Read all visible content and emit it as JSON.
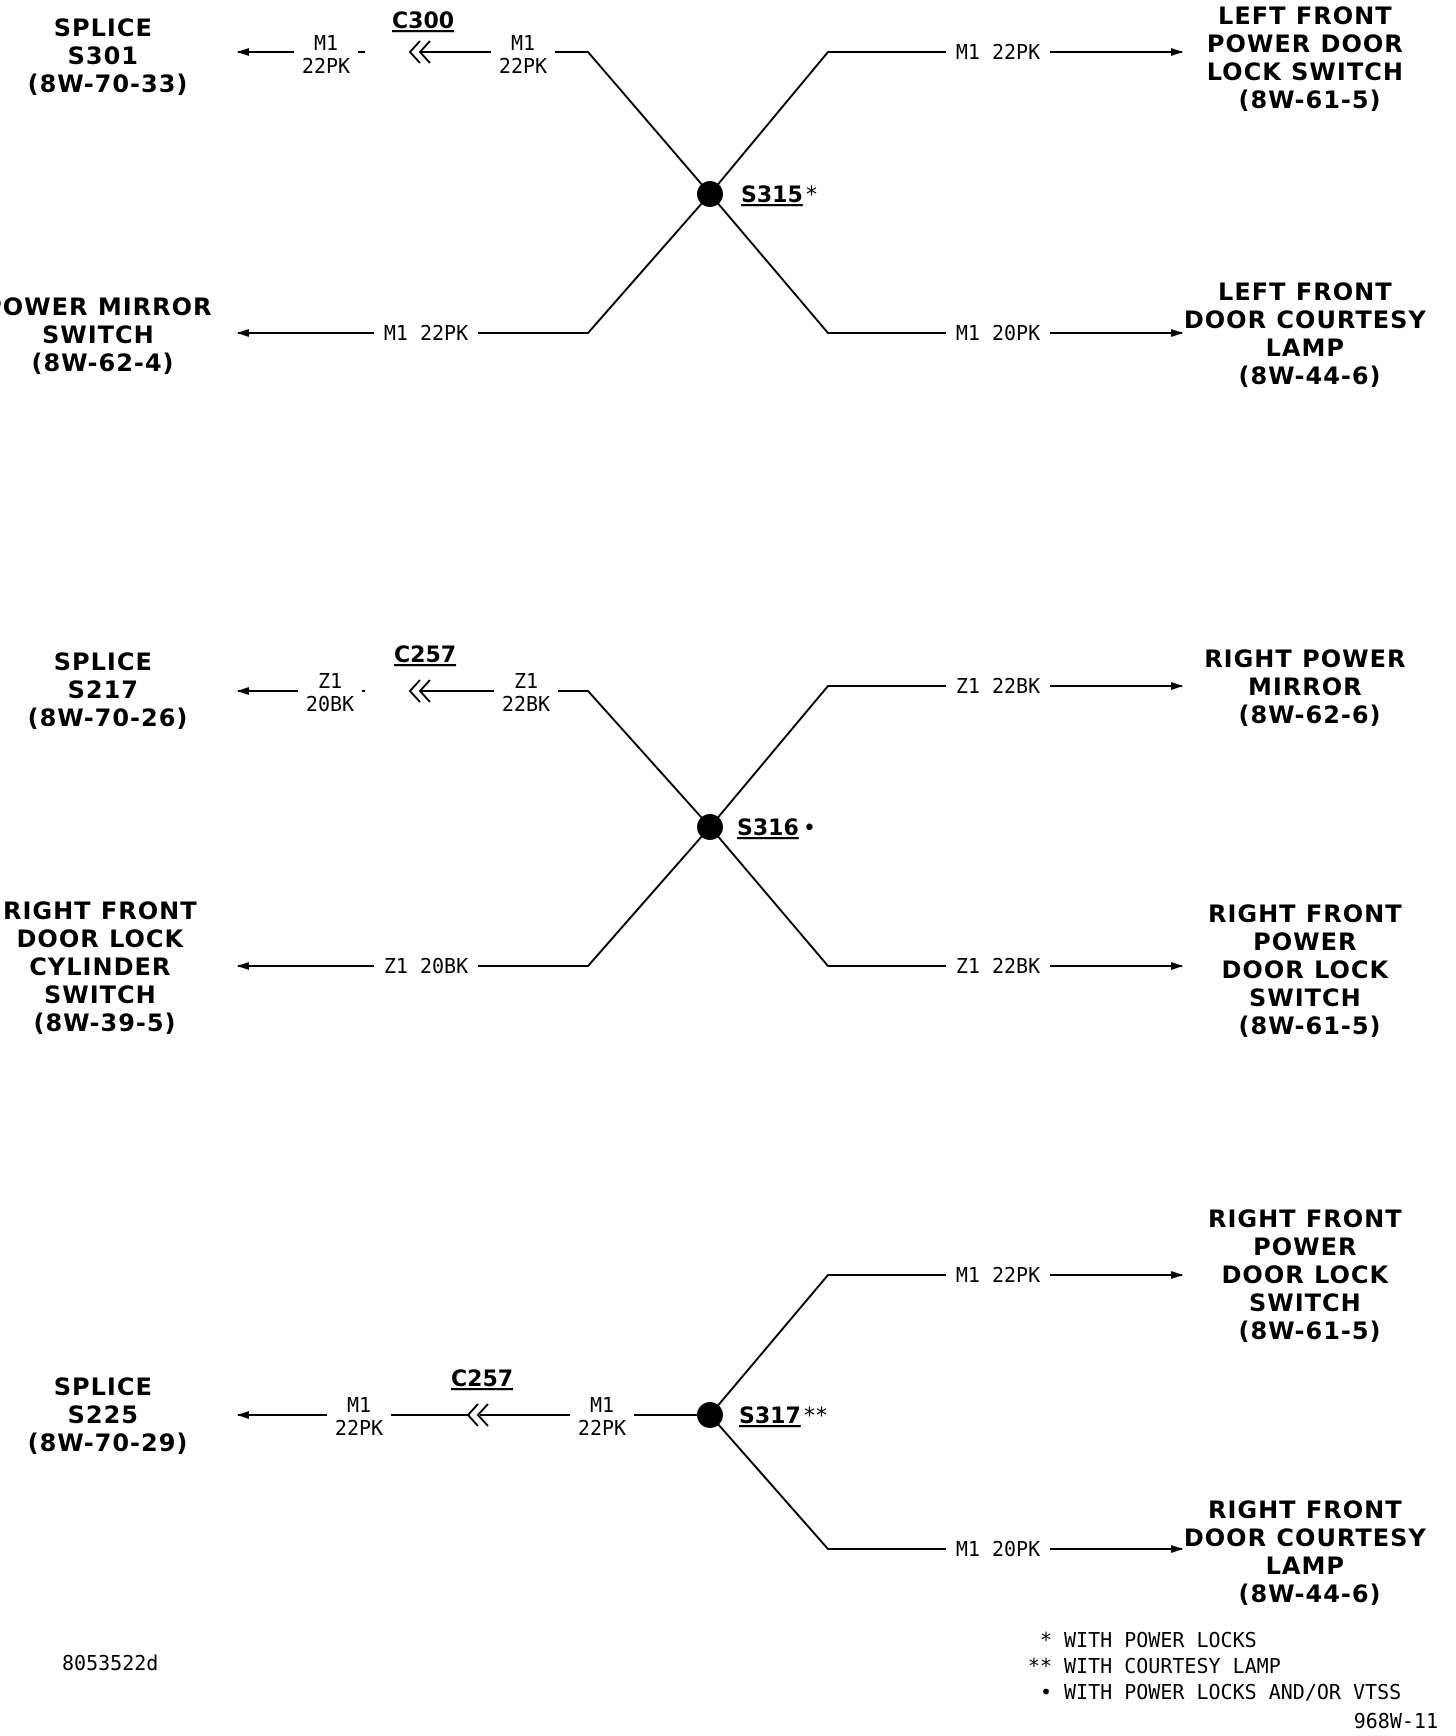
{
  "diagram": {
    "section1": {
      "left_top": [
        "SPLICE",
        "S301",
        "(8W-70-33)"
      ],
      "left_bottom": [
        "POWER MIRROR",
        "SWITCH",
        "(8W-62-4)"
      ],
      "right_top": [
        "LEFT FRONT",
        "POWER DOOR",
        "LOCK SWITCH",
        "(8W-61-5)"
      ],
      "right_bottom": [
        "LEFT FRONT",
        "DOOR COURTESY",
        "LAMP",
        "(8W-44-6)"
      ],
      "connector": "C300",
      "splice": "S315",
      "splice_mark": "*",
      "wire_lt_outer": [
        "M1",
        "22PK"
      ],
      "wire_lt_inner": [
        "M1",
        "22PK"
      ],
      "wire_lb": "M1 22PK",
      "wire_rt": "M1 22PK",
      "wire_rb": "M1 20PK"
    },
    "section2": {
      "left_top": [
        "SPLICE",
        "S217",
        "(8W-70-26)"
      ],
      "left_bottom": [
        "RIGHT FRONT",
        "DOOR LOCK",
        "CYLINDER",
        "SWITCH",
        "(8W-39-5)"
      ],
      "right_top": [
        "RIGHT POWER",
        "MIRROR",
        "(8W-62-6)"
      ],
      "right_bottom": [
        "RIGHT FRONT",
        "POWER",
        "DOOR LOCK",
        "SWITCH",
        "(8W-61-5)"
      ],
      "connector": "C257",
      "splice": "S316",
      "splice_mark": "•",
      "wire_lt_outer": [
        "Z1",
        "20BK"
      ],
      "wire_lt_inner": [
        "Z1",
        "22BK"
      ],
      "wire_lb": "Z1 20BK",
      "wire_rt": "Z1 22BK",
      "wire_rb": "Z1 22BK"
    },
    "section3": {
      "left": [
        "SPLICE",
        "S225",
        "(8W-70-29)"
      ],
      "right_top": [
        "RIGHT FRONT",
        "POWER",
        "DOOR LOCK",
        "SWITCH",
        "(8W-61-5)"
      ],
      "right_bottom": [
        "RIGHT FRONT",
        "DOOR COURTESY",
        "LAMP",
        "(8W-44-6)"
      ],
      "connector": "C257",
      "splice": "S317",
      "splice_mark": "**",
      "wire_l_outer": [
        "M1",
        "22PK"
      ],
      "wire_l_inner": [
        "M1",
        "22PK"
      ],
      "wire_rt": "M1 22PK",
      "wire_rb": "M1 20PK"
    },
    "notes": {
      "n1_mark": "*",
      "n1_text": "WITH POWER LOCKS",
      "n2_mark": "**",
      "n2_text": "WITH COURTESY LAMP",
      "n3_mark": "•",
      "n3_text": "WITH POWER LOCKS AND/OR VTSS"
    },
    "figure_id": "8053522d",
    "drawing_id": "968W-11"
  }
}
